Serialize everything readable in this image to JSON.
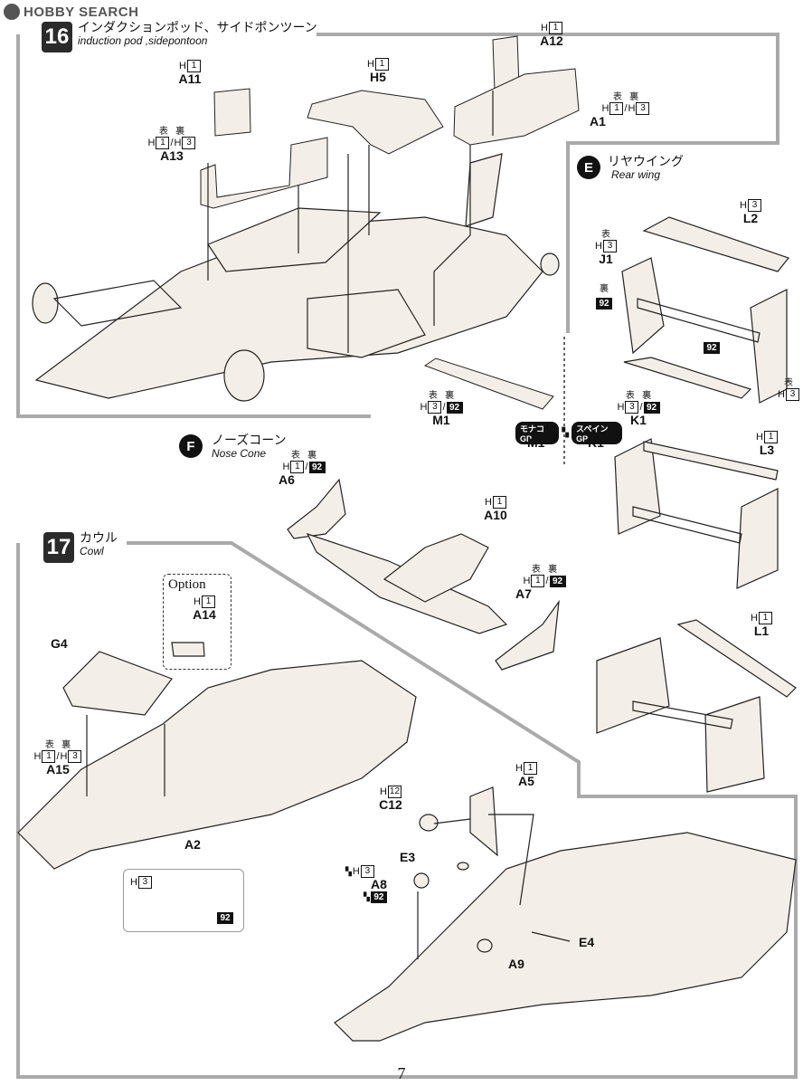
{
  "watermark": {
    "text": "HOBBY SEARCH"
  },
  "page_number": "7",
  "step16": {
    "number": "16",
    "title_jp": "インダクションポッド、サイドポンツーン",
    "title_en": "induction pod ,sidepontoon"
  },
  "step17": {
    "number": "17",
    "title_jp": "カウル",
    "title_en": "Cowl"
  },
  "sectionE": {
    "letter": "E",
    "title_jp": "リヤウイング",
    "title_en": "Rear wing"
  },
  "sectionF": {
    "letter": "F",
    "title_jp": "ノーズコーン",
    "title_en": "Nose Cone"
  },
  "common": {
    "omote": "表",
    "ura": "裏",
    "h": "H",
    "slash": "/"
  },
  "parts": {
    "A11": {
      "label": "A11",
      "h": "1"
    },
    "H5": {
      "label": "H5",
      "h": "1"
    },
    "A12": {
      "label": "A12",
      "h": "1"
    },
    "A1": {
      "label": "A1",
      "h1": "1",
      "h2": "3"
    },
    "A13": {
      "label": "A13",
      "h1": "1",
      "h2": "3"
    },
    "M1": {
      "label": "M1",
      "h1": "3",
      "code2": "92"
    },
    "L2": {
      "label": "L2",
      "h": "3"
    },
    "J1": {
      "label": "J1",
      "h": "3"
    },
    "J1_ura": {
      "code": "92"
    },
    "K1": {
      "label": "K1",
      "h1": "3",
      "code2": "92"
    },
    "mid_92": {
      "code": "92"
    },
    "right_h3": {
      "h": "3"
    },
    "L3": {
      "label": "L3",
      "h": "1"
    },
    "L1": {
      "label": "L1",
      "h": "1"
    },
    "A6": {
      "label": "A6",
      "h1": "1",
      "code2": "92"
    },
    "A10": {
      "label": "A10",
      "h": "1"
    },
    "A7": {
      "label": "A7",
      "h1": "1",
      "code2": "92"
    },
    "A14": {
      "label": "A14",
      "h": "1",
      "option": "Option"
    },
    "G4": {
      "label": "G4"
    },
    "A15": {
      "label": "A15",
      "h1": "1",
      "h2": "3"
    },
    "A2": {
      "label": "A2",
      "h": "3",
      "code": "92"
    },
    "A5": {
      "label": "A5",
      "h": "1"
    },
    "C12": {
      "label": "C12",
      "h": "12"
    },
    "E3": {
      "label": "E3"
    },
    "A8": {
      "label": "A8",
      "h": "3",
      "code": "92"
    },
    "E4": {
      "label": "E4"
    },
    "A9": {
      "label": "A9"
    }
  },
  "variants": {
    "monaco": "モナコ GP",
    "spain": "スペイン GP",
    "m1": "M1",
    "k1": "K1"
  }
}
